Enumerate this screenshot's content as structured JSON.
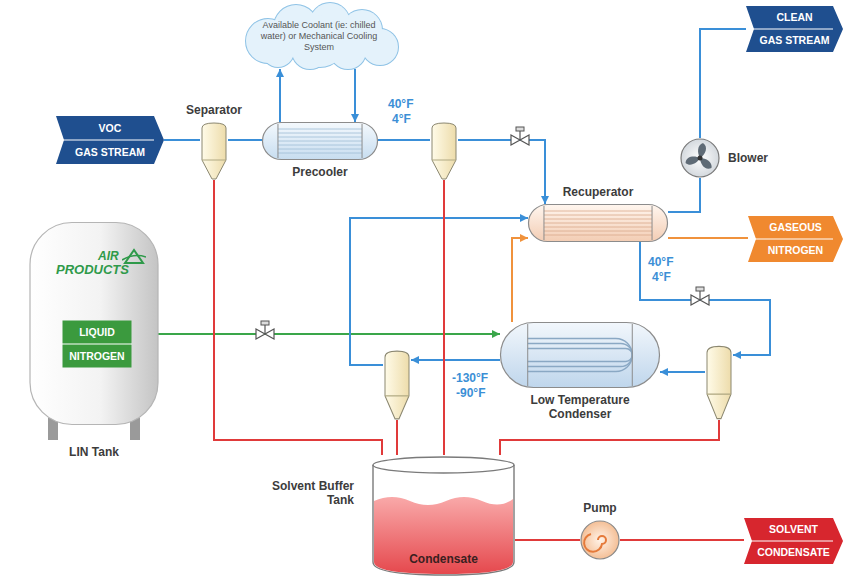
{
  "diagram": {
    "nodes": [
      {
        "text": [
          "VOC",
          "GAS STREAM"
        ]
      },
      {
        "text": [
          "Available Coolant (ie: chilled water) or Mechanical Cooling System"
        ]
      },
      {
        "text": [
          "Separator"
        ]
      },
      {
        "text": [
          "Precooler"
        ]
      },
      {
        "text": [
          "CLEAN",
          "GAS STREAM"
        ]
      },
      {
        "text": [
          "Blower"
        ]
      },
      {
        "text": [
          "Recuperator"
        ]
      },
      {
        "text": [
          "GASEOUS",
          "NITROGEN"
        ]
      },
      {
        "text": [
          "LIN Tank"
        ]
      },
      {
        "text": [
          "LIQUID",
          "NITROGEN"
        ],
        "in": 8
      },
      {
        "text": [
          "Low Temperature Condenser"
        ]
      },
      {
        "text": [
          "Solvent Buffer Tank",
          "Condensate"
        ]
      },
      {
        "text": [
          "Pump"
        ]
      },
      {
        "text": [
          "SOLVENT",
          "CONDENSATE"
        ]
      }
    ],
    "edges": [
      {
        "from": 0,
        "to": 2,
        "arrow": "none"
      },
      {
        "from": 2,
        "to": 3,
        "arrow": "none"
      },
      {
        "from": 3,
        "to": 1,
        "arrow": "to"
      },
      {
        "from": 1,
        "to": 3,
        "arrow": "to"
      },
      {
        "from": 6,
        "to": 5,
        "arrow": "none"
      },
      {
        "from": 5,
        "to": 4,
        "arrow": "none"
      },
      {
        "from": 6,
        "to": 7,
        "arrow": "none"
      },
      {
        "from": 9,
        "to": 10,
        "arrow": "to"
      },
      {
        "from": 10,
        "to": 6,
        "arrow": "to"
      },
      {
        "from": 2,
        "to": 11,
        "arrow": "none"
      },
      {
        "from": 11,
        "to": 12,
        "arrow": "none"
      },
      {
        "from": 12,
        "to": 13,
        "arrow": "none"
      }
    ],
    "labels": [
      "40°F",
      "4°F",
      "40°F",
      "4°F",
      "-130°F",
      "-90°F",
      "AIR",
      "PRODUCTS"
    ]
  }
}
